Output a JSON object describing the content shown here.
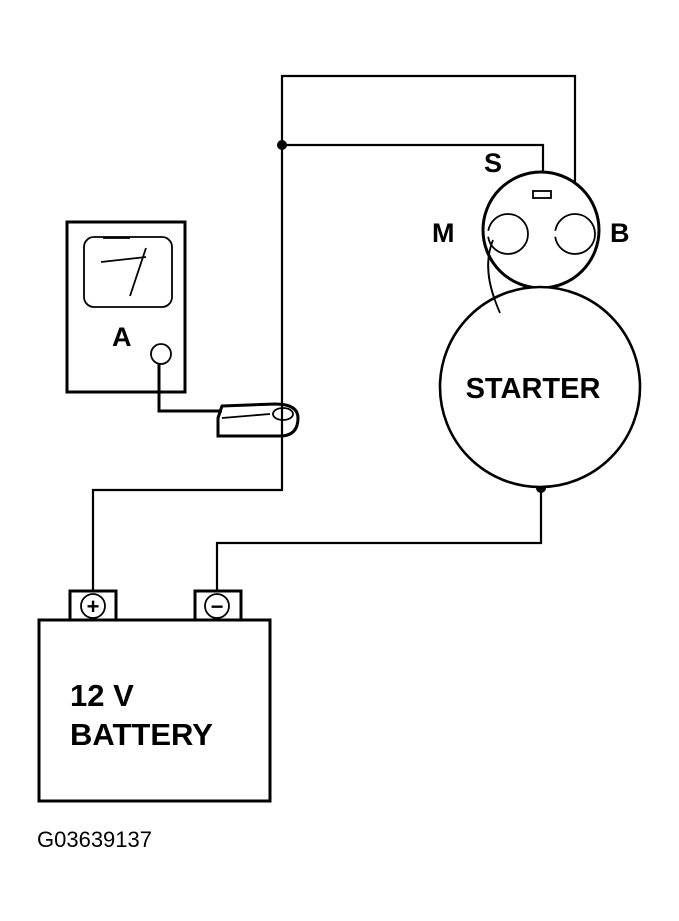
{
  "diagram": {
    "title": "Starter current draw test circuit",
    "ammeter": {
      "label": "A",
      "icon": "ammeter-icon"
    },
    "starter": {
      "label": "STARTER",
      "terminals": {
        "s": "S",
        "m": "M",
        "b": "B"
      }
    },
    "battery": {
      "line1": "12 V",
      "line2": "BATTERY",
      "positive_symbol": "+",
      "negative_symbol": "−"
    },
    "figure_code": "G03639137",
    "colors": {
      "line": "#000000",
      "background": "#ffffff"
    }
  }
}
